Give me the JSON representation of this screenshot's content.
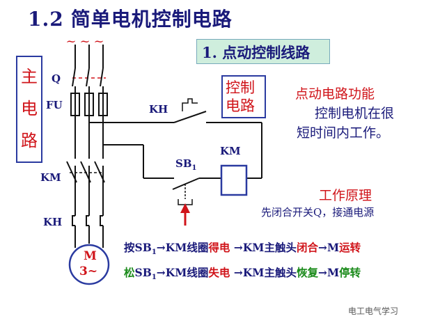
{
  "title": {
    "number": "1.2",
    "text": "简单电机控制电路"
  },
  "subtitle": "1. 点动控制线路",
  "main_circuit_label": [
    "主",
    "电",
    "路"
  ],
  "control_circuit_label": [
    "控制",
    "电路"
  ],
  "labels": {
    "Q": "Q",
    "FU": "FU",
    "KH_top": "KH",
    "KM_coil": "KM",
    "SB1_main": "SB",
    "SB1_sub": "1",
    "KM_left": "KM",
    "KH_left": "KH",
    "motor_M": "M",
    "motor_3": "3~",
    "tilde": "~"
  },
  "function": {
    "title": "点动电路功能",
    "line1": "控制电机在很",
    "line2": "短时间内工作。"
  },
  "principle": {
    "title": "工作原理",
    "line1": "先闭合开关Q，接通电源"
  },
  "sequence_press": [
    {
      "t": "按",
      "c": "b"
    },
    {
      "t": "SB",
      "c": "b"
    },
    {
      "t": "1",
      "c": "b",
      "sub": true
    },
    {
      "t": "→",
      "c": "a"
    },
    {
      "t": "KM线圈",
      "c": "b"
    },
    {
      "t": "得电",
      "c": "r"
    },
    {
      "t": " →",
      "c": "a"
    },
    {
      "t": "KM主触头",
      "c": "b"
    },
    {
      "t": "闭合",
      "c": "r"
    },
    {
      "t": "→",
      "c": "a"
    },
    {
      "t": "M",
      "c": "b"
    },
    {
      "t": "运转",
      "c": "r"
    }
  ],
  "sequence_release": [
    {
      "t": "松",
      "c": "g"
    },
    {
      "t": "SB",
      "c": "b"
    },
    {
      "t": "1",
      "c": "b",
      "sub": true
    },
    {
      "t": "→",
      "c": "a"
    },
    {
      "t": "KM线圈",
      "c": "b"
    },
    {
      "t": "失电",
      "c": "r"
    },
    {
      "t": " →",
      "c": "a"
    },
    {
      "t": "KM主触头",
      "c": "b"
    },
    {
      "t": "恢复",
      "c": "g"
    },
    {
      "t": "→",
      "c": "a"
    },
    {
      "t": "M",
      "c": "b"
    },
    {
      "t": "停转",
      "c": "g"
    }
  ],
  "watermark": "电工电气学习",
  "colors": {
    "navy": "#1a1a7a",
    "red": "#d0141a",
    "green": "#1a8a1a",
    "panel": "#cfeedd",
    "border": "#2a3aa0"
  }
}
